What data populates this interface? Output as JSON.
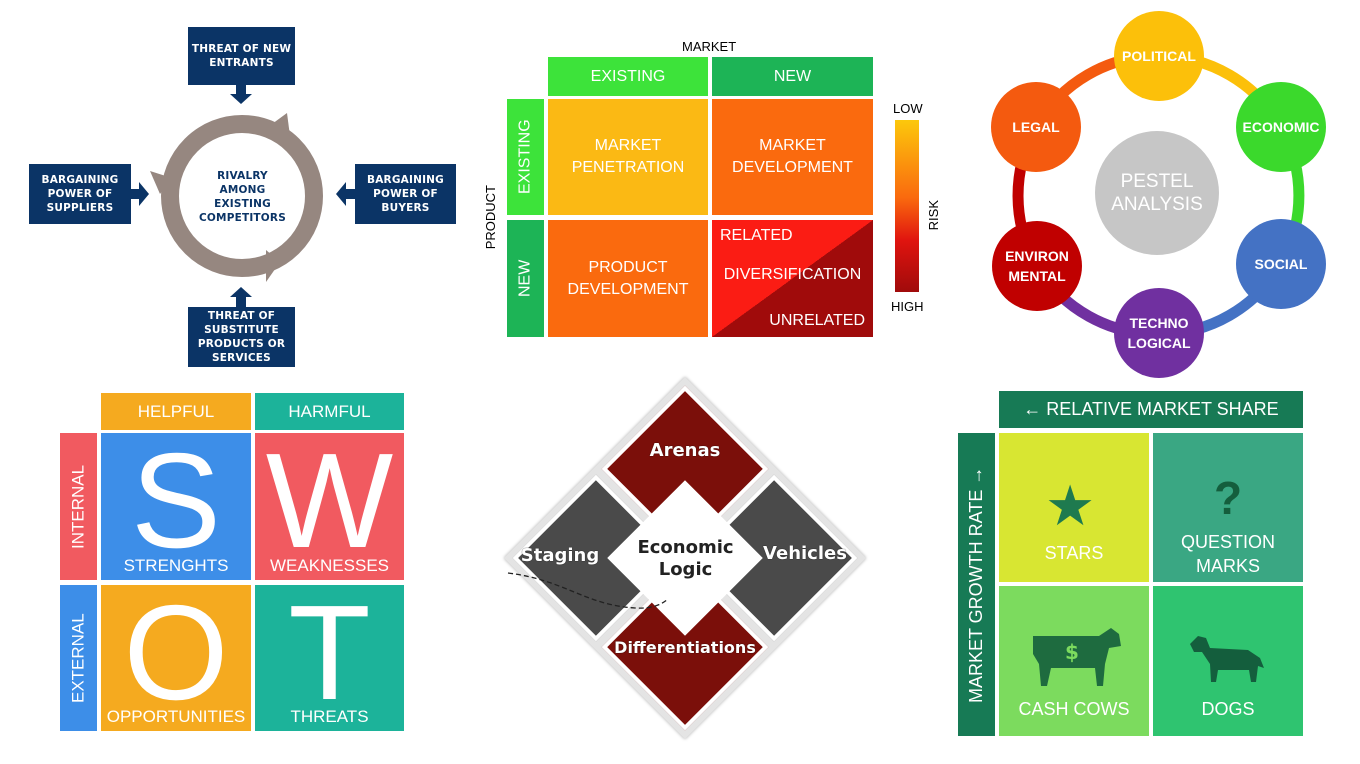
{
  "porter": {
    "top": "THREAT OF NEW ENTRANTS",
    "left": "BARGAINING POWER OF SUPPLIERS",
    "right": "BARGAINING POWER OF BUYERS",
    "bottom": "THREAT OF SUBSTITUTE PRODUCTS OR SERVICES",
    "center": "RIVALRY AMONG EXISTING COMPETITORS"
  },
  "ansoff": {
    "market": "MARKET",
    "product": "PRODUCT",
    "col_existing": "EXISTING",
    "col_new": "NEW",
    "row_existing": "EXISTING",
    "row_new": "NEW",
    "penetration": "MARKET PENETRATION",
    "market_dev": "MARKET DEVELOPMENT",
    "product_dev": "PRODUCT DEVELOPMENT",
    "related": "RELATED",
    "diversification": "DIVERSIFICATION",
    "unrelated": "UNRELATED",
    "low": "LOW",
    "high": "HIGH",
    "risk": "RISK"
  },
  "pestel": {
    "center": "PESTEL ANALYSIS",
    "political": "POLITICAL",
    "economic": "ECONOMIC",
    "social": "SOCIAL",
    "technological": "TECHNO LOGICAL",
    "environmental": "ENVIRON MENTAL",
    "legal": "LEGAL"
  },
  "swot": {
    "helpful": "HELPFUL",
    "harmful": "HARMFUL",
    "internal": "INTERNAL",
    "external": "EXTERNAL",
    "s": "S",
    "w": "W",
    "o": "O",
    "t": "T",
    "strengths": "STRENGHTS",
    "weaknesses": "WEAKNESSES",
    "opportunities": "OPPORTUNITIES",
    "threats": "THREATS"
  },
  "diamond": {
    "arenas": "Arenas",
    "vehicles": "Vehicles",
    "staging": "Staging",
    "differentiations": "Differentiations",
    "center": "Economic Logic"
  },
  "bcg": {
    "x_axis": "← RELATIVE MARKET SHARE",
    "y_axis": "MARKET GROWTH RATE →",
    "stars": "STARS",
    "question": "QUESTION MARKS",
    "question_glyph": "?",
    "cash": "CASH COWS",
    "dogs": "DOGS"
  }
}
